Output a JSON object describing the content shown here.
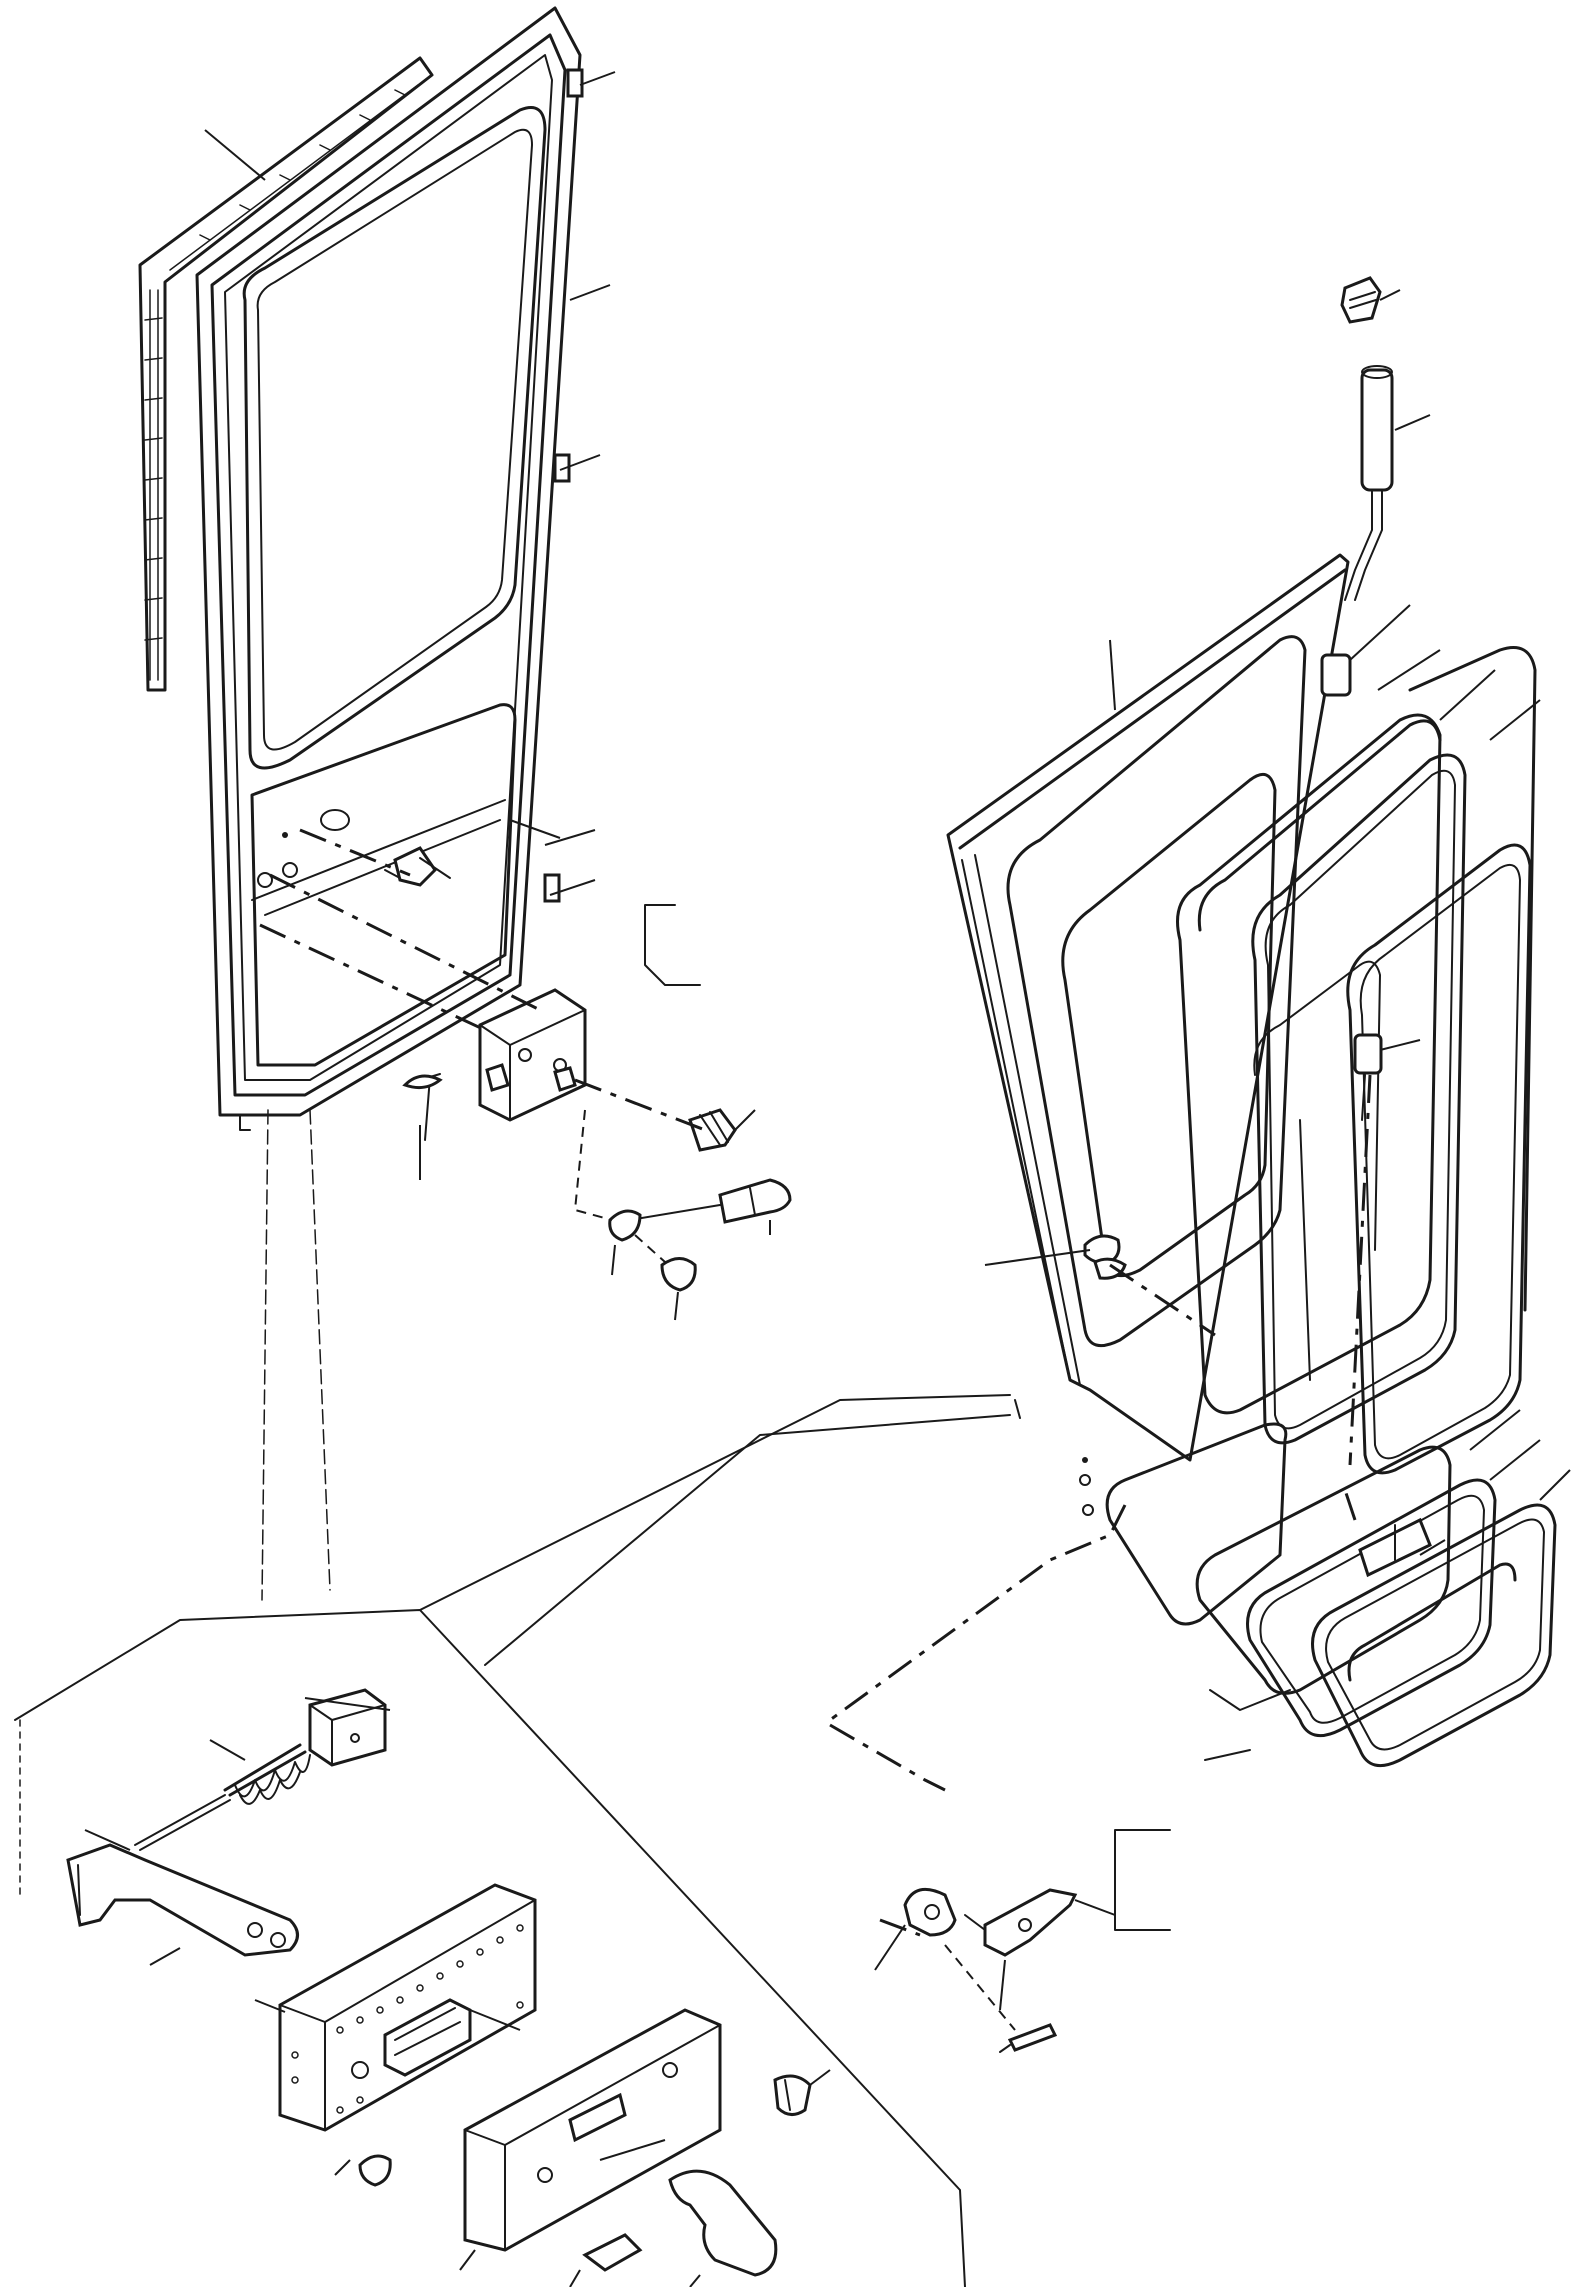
{
  "figure": {
    "description_text": "",
    "ink_color": "#1a1a1a",
    "paper_color": "#ffffff"
  },
  "parts": {
    "left_door_frame": "door-frame",
    "left_door_weatherstrip": "weatherstrip",
    "left_latch_assembly": "latch-assembly",
    "right_door_panel": "door-panel",
    "right_seals": "seal-loops",
    "right_gas_strut": "gas-strut",
    "right_handle": "handle-assembly",
    "detail_latch_exploded": "latch-detail"
  }
}
